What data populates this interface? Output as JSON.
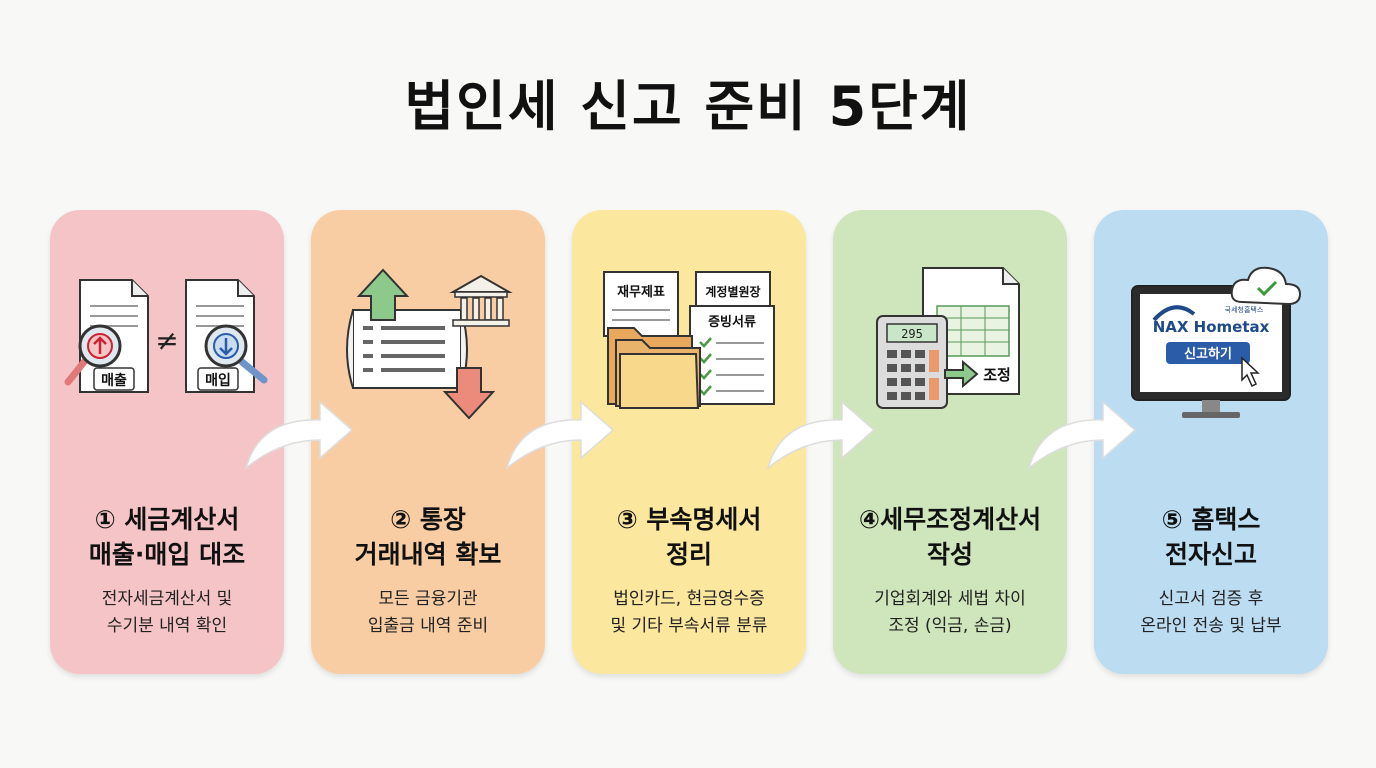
{
  "title": "법인세 신고 준비 5단계",
  "steps": [
    {
      "title_lines": [
        "① 세금계산서",
        "매출·매입 대조"
      ],
      "desc_lines": [
        "전자세금계산서 및",
        "수기분 내역 확인"
      ],
      "icon_labels": {
        "left": "매출",
        "right": "매입",
        "neq": "≠"
      },
      "color": "#f5c4c6"
    },
    {
      "title_lines": [
        "② 통장",
        "거래내역 확보"
      ],
      "desc_lines": [
        "모든 금융기관",
        "입출금 내역 준비"
      ],
      "color": "#f8cda4"
    },
    {
      "title_lines": [
        "③ 부속명세서",
        "정리"
      ],
      "desc_lines": [
        "법인카드, 현금영수증",
        "및 기타 부속서류 분류"
      ],
      "icon_labels": {
        "doc1": "재무제표",
        "doc2": "계정별원장",
        "doc3": "증빙서류"
      },
      "color": "#fbe79d"
    },
    {
      "title_lines": [
        "④세무조정계산서",
        "작성"
      ],
      "desc_lines": [
        "기업회계와 세법 차이",
        "조정 (익금, 손금)"
      ],
      "icon_labels": {
        "display": "295",
        "adjust": "조정"
      },
      "color": "#cfe5bb"
    },
    {
      "title_lines": [
        "⑤ 홈택스",
        "전자신고"
      ],
      "desc_lines": [
        "신고서 검증 후",
        "온라인 전송 및 납부"
      ],
      "icon_labels": {
        "top": "국세청홈택스",
        "brand": "NAX Hometax",
        "button": "신고하기"
      },
      "color": "#bcdcf2"
    }
  ]
}
